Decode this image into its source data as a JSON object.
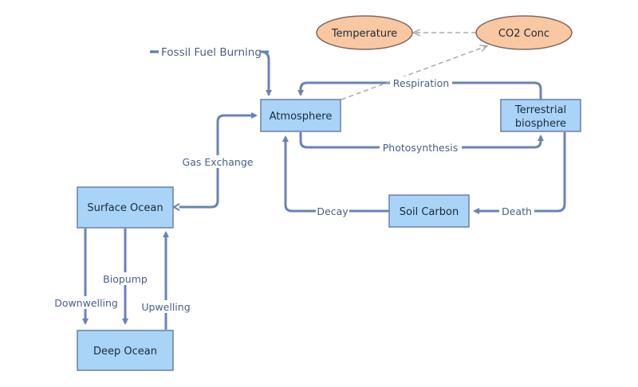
{
  "colors": {
    "box_fill": "#a9d3f7",
    "box_stroke": "#6a7fae",
    "ellipse_fill": "#f9c7a2",
    "ellipse_stroke": "#7c6a5e",
    "arrow": "#6a83b5",
    "dashed_arrow": "#aaaaaa",
    "edge_label": "#4a5f86"
  },
  "nodes": {
    "atmosphere": "Atmosphere",
    "terrestrial_line1": "Terrestrial",
    "terrestrial_line2": "biosphere",
    "soil_carbon": "Soil Carbon",
    "surface_ocean": "Surface Ocean",
    "deep_ocean": "Deep Ocean",
    "temperature": "Temperature",
    "co2_conc": "CO2 Conc",
    "fossil_fuel": "Fossil Fuel Burning"
  },
  "edges": {
    "respiration": "Respiration",
    "photosynthesis": "Photosynthesis",
    "gas_exchange": "Gas Exchange",
    "decay": "Decay",
    "death": "Death",
    "biopump": "Biopump",
    "downwelling": "Downwelling",
    "upwelling": "Upwelling"
  }
}
